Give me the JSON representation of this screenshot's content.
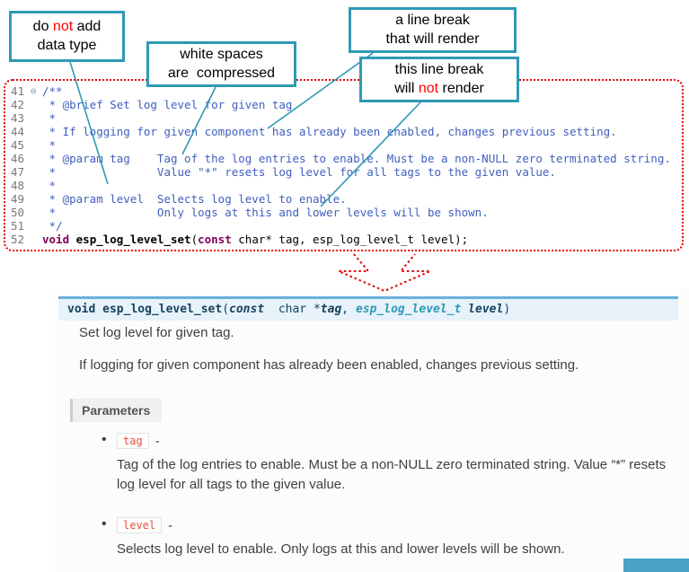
{
  "colors": {
    "callout_border": "#2e9ab5",
    "annotation_red": "#e60000",
    "comment_text": "#3f5fbf",
    "keyword_text": "#7f0055",
    "signature_bg": "#e7f2fa",
    "signature_border": "#6ab0de",
    "inline_code_text": "#e74c3c"
  },
  "callouts": {
    "no_datatype": {
      "l1a": "do ",
      "l1b": "not",
      "l1c": " add",
      "l2": "data type"
    },
    "whitespace": {
      "l1": "white spaces",
      "l2": "are  compressed"
    },
    "break_render": {
      "l1": "a line break",
      "l2": "that will render"
    },
    "break_no_render": {
      "l1": "this line break",
      "l2a": "will ",
      "l2b": "not",
      "l2c": " render"
    }
  },
  "editor": {
    "lines": [
      {
        "num": "41",
        "fold": "⊖",
        "segments": [
          {
            "t": "/**",
            "c": "comment"
          }
        ]
      },
      {
        "num": "42",
        "segments": [
          {
            "t": " * @brief Set log level for given tag",
            "c": "comment"
          }
        ]
      },
      {
        "num": "43",
        "segments": [
          {
            "t": " *",
            "c": "comment"
          }
        ]
      },
      {
        "num": "44",
        "segments": [
          {
            "t": " * If logging for given component has already been enabled, changes previous setting.",
            "c": "comment"
          }
        ]
      },
      {
        "num": "45",
        "segments": [
          {
            "t": " *",
            "c": "comment"
          }
        ]
      },
      {
        "num": "46",
        "segments": [
          {
            "t": " * @param tag    Tag of the log entries to enable. Must be a non-NULL zero terminated string.",
            "c": "comment"
          }
        ]
      },
      {
        "num": "47",
        "segments": [
          {
            "t": " *               Value \"*\" resets log level for all tags to the given value.",
            "c": "comment"
          }
        ]
      },
      {
        "num": "48",
        "segments": [
          {
            "t": " *",
            "c": "comment"
          }
        ]
      },
      {
        "num": "49",
        "segments": [
          {
            "t": " * @param level  Selects log level to enable.",
            "c": "comment"
          }
        ]
      },
      {
        "num": "50",
        "segments": [
          {
            "t": " *               Only logs at this and lower levels will be shown.",
            "c": "comment"
          }
        ]
      },
      {
        "num": "51",
        "segments": [
          {
            "t": " */",
            "c": "comment"
          }
        ]
      },
      {
        "num": "52",
        "segments": [
          {
            "t": "void ",
            "c": "kw"
          },
          {
            "t": "esp_log_level_set",
            "c": "fn"
          },
          {
            "t": "(",
            "c": "plain"
          },
          {
            "t": "const",
            "c": "kw"
          },
          {
            "t": " char* tag, esp_log_level_t level);",
            "c": "plain"
          }
        ]
      }
    ]
  },
  "docs": {
    "signature": [
      {
        "t": "void ",
        "c": "kw"
      },
      {
        "t": "esp_log_level_set",
        "c": "name"
      },
      {
        "t": "(",
        "c": "plain"
      },
      {
        "t": "const",
        "c": "const"
      },
      {
        "t": "  char *",
        "c": "plain"
      },
      {
        "t": "tag",
        "c": "param"
      },
      {
        "t": ", ",
        "c": "plain"
      },
      {
        "t": "esp_log_level_t",
        "c": "type"
      },
      {
        "t": " ",
        "c": "plain"
      },
      {
        "t": "level",
        "c": "param"
      },
      {
        "t": ")",
        "c": "plain"
      }
    ],
    "brief": "Set log level for given tag.",
    "description": "If logging for given component has already been enabled, changes previous setting.",
    "parameters_label": "Parameters",
    "params": [
      {
        "name": "tag",
        "dash": "-",
        "desc": "Tag of the log entries to enable. Must be a non-NULL zero terminated string. Value “*” resets log level for all tags to the given value."
      },
      {
        "name": "level",
        "dash": "-",
        "desc": "Selects log level to enable. Only logs at this and lower levels will be shown."
      }
    ]
  }
}
